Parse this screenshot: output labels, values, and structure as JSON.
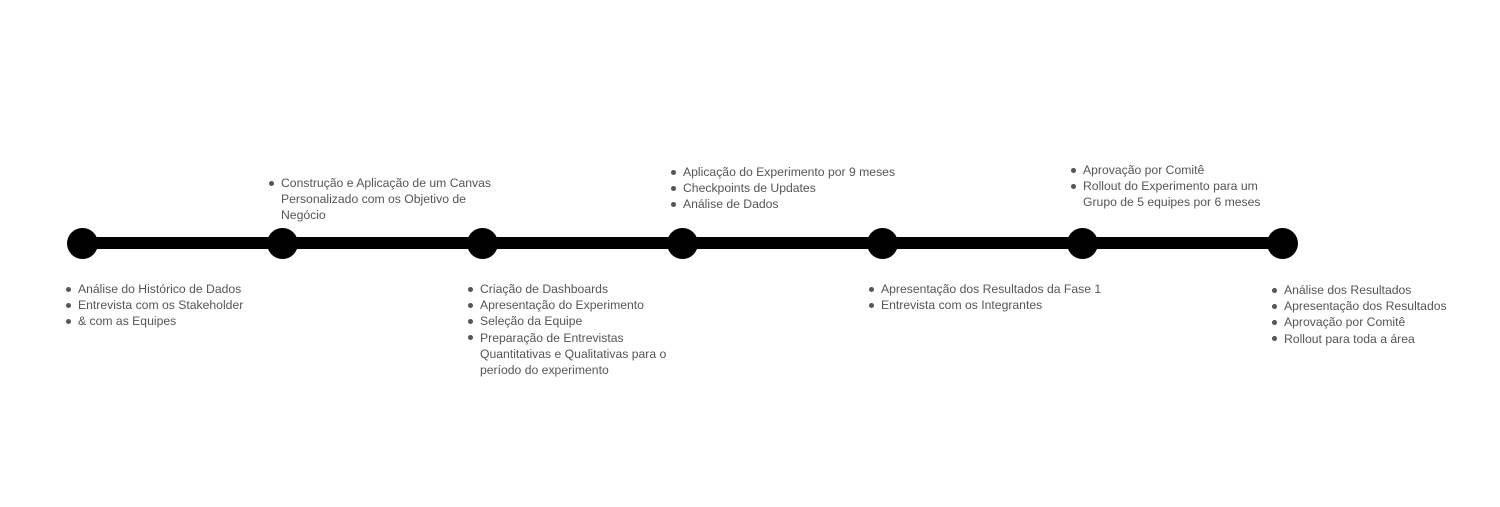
{
  "accent_color": "#000000",
  "text_color": "#555555",
  "milestones": [
    {
      "position": "below",
      "items": [
        "Análise do Histórico de Dados",
        "Entrevista com os Stakeholder",
        "& com as Equipes"
      ]
    },
    {
      "position": "above",
      "items": [
        "Construção e Aplicação de um Canvas Personalizado com os Objetivo de Negócio"
      ]
    },
    {
      "position": "below",
      "items": [
        "Criação de Dashboards",
        "Apresentação do Experimento",
        "Seleção da Equipe",
        "Preparação de Entrevistas Quantitativas e Qualitativas para o período do experimento"
      ]
    },
    {
      "position": "above",
      "items": [
        "Aplicação do Experimento por 9 meses",
        "Checkpoints de Updates",
        "Análise de Dados"
      ]
    },
    {
      "position": "below",
      "items": [
        "Apresentação dos Resultados da Fase 1",
        "Entrevista com os Integrantes"
      ]
    },
    {
      "position": "above",
      "items": [
        "Aprovação por Comitê",
        "Rollout do Experimento para um Grupo de 5 equipes por 6 meses"
      ]
    },
    {
      "position": "below",
      "items": [
        "Análise dos Resultados",
        "Apresentação dos Resultados",
        "Aprovação por Comitê",
        "Rollout para toda a área"
      ]
    }
  ]
}
